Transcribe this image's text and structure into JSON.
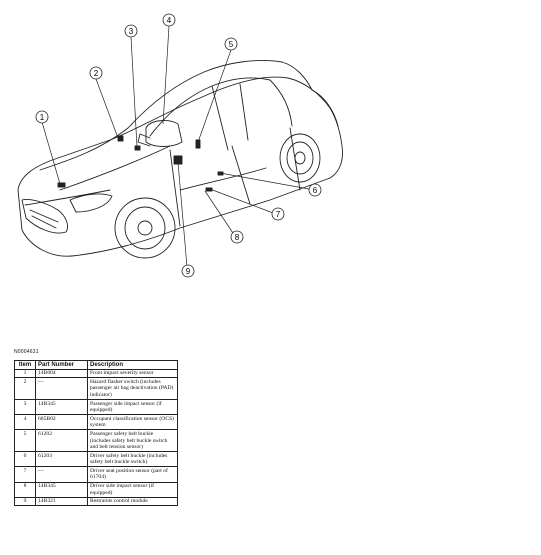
{
  "callouts": [
    "1",
    "2",
    "3",
    "4",
    "5",
    "6",
    "7",
    "8",
    "9"
  ],
  "reference_code": "N0004631",
  "table": {
    "headers": [
      "Item",
      "Part Number",
      "Description"
    ],
    "rows": [
      {
        "item": "1",
        "part": "14B004",
        "desc": "Front impact severity sensor"
      },
      {
        "item": "2",
        "part": "—",
        "desc": "Hazard flasher switch (includes passenger air bag deactivation (PAD) indicator)"
      },
      {
        "item": "3",
        "part": "14B345",
        "desc": "Passenger side impact sensor (if equipped)"
      },
      {
        "item": "4",
        "part": "605B02",
        "desc": "Occupant classification sensor (OCS) system"
      },
      {
        "item": "5",
        "part": "61202",
        "desc": "Passenger safety belt buckle (includes safety belt buckle switch and belt tension sensor)"
      },
      {
        "item": "6",
        "part": "61203",
        "desc": "Driver safety belt buckle (includes safety belt buckle switch)"
      },
      {
        "item": "7",
        "part": "—",
        "desc": "Driver seat position sensor (part of 61704)"
      },
      {
        "item": "8",
        "part": "14B345",
        "desc": "Driver side impact sensor (if equipped)"
      },
      {
        "item": "9",
        "part": "14B321",
        "desc": "Restraints control module"
      }
    ]
  }
}
